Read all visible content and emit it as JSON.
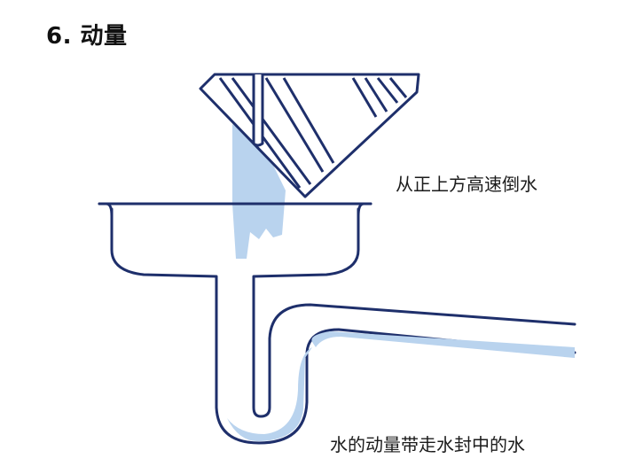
{
  "title": "6. 动量",
  "labels": {
    "pour": "从正上方高速倒水",
    "result": "水的动量带走水封中的水"
  },
  "colors": {
    "line": "#1e2f6b",
    "water": "#b9d3ee",
    "background": "#ffffff",
    "text": "#111111"
  }
}
